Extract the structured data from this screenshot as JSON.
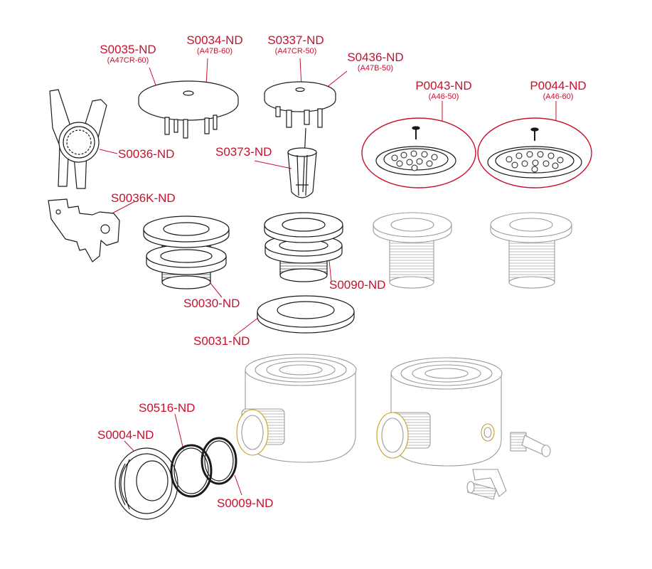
{
  "colors": {
    "label": "#c8102e",
    "line": "#1a1a1a",
    "faint": "#9a9a9a"
  },
  "labels": {
    "s0035": {
      "code": "S0035-ND",
      "sub": "(A47CR-60)"
    },
    "s0034": {
      "code": "S0034-ND",
      "sub": "(A47B-60)"
    },
    "s0337": {
      "code": "S0337-ND",
      "sub": "(A47CR-50)"
    },
    "s0436": {
      "code": "S0436-ND",
      "sub": "(A47B-50)"
    },
    "p0043": {
      "code": "P0043-ND",
      "sub": "(A46-50)"
    },
    "p0044": {
      "code": "P0044-ND",
      "sub": "(A46-60)"
    },
    "s0036": {
      "code": "S0036-ND"
    },
    "s0373": {
      "code": "S0373-ND"
    },
    "s0036k": {
      "code": "S0036K-ND"
    },
    "s0090": {
      "code": "S0090-ND"
    },
    "s0030": {
      "code": "S0030-ND"
    },
    "s0031": {
      "code": "S0031-ND"
    },
    "s0516": {
      "code": "S0516-ND"
    },
    "s0004": {
      "code": "S0004-ND"
    },
    "s0009": {
      "code": "S0009-ND"
    }
  }
}
